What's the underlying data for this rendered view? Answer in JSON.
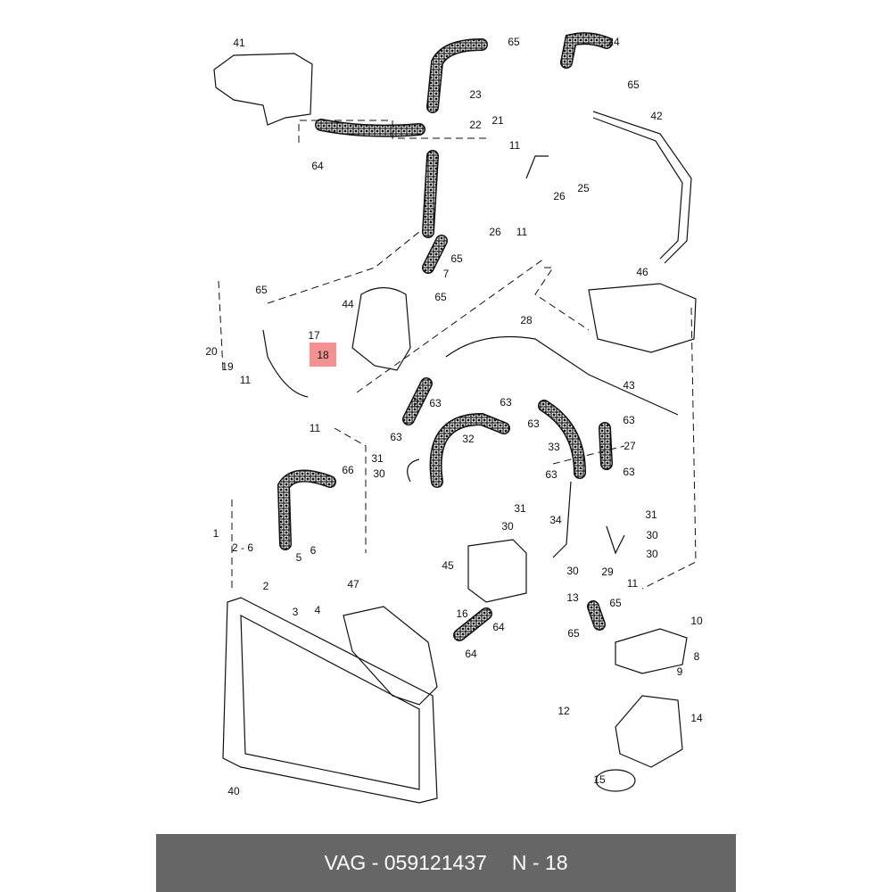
{
  "diagram": {
    "highlight_color": "#f07070",
    "highlighted_part": "18",
    "part_labels": [
      "41",
      "65",
      "24",
      "65",
      "23",
      "21",
      "22",
      "42",
      "64",
      "11",
      "25",
      "26",
      "26",
      "11",
      "65",
      "7",
      "46",
      "65",
      "44",
      "65",
      "28",
      "17",
      "18",
      "20",
      "19",
      "11",
      "43",
      "27",
      "63",
      "63",
      "63",
      "63",
      "11",
      "63",
      "32",
      "33",
      "27",
      "63",
      "31",
      "30",
      "63",
      "66",
      "31",
      "34",
      "31",
      "30",
      "30",
      "1",
      "2 - 6",
      "6",
      "5",
      "29",
      "30",
      "30",
      "45",
      "2",
      "4",
      "3",
      "47",
      "11",
      "13",
      "65",
      "10",
      "16",
      "64",
      "65",
      "8",
      "64",
      "9",
      "12",
      "14",
      "40",
      "15"
    ]
  },
  "footer": {
    "brand_part": "VAG - 059121437",
    "position": "N - 18"
  }
}
